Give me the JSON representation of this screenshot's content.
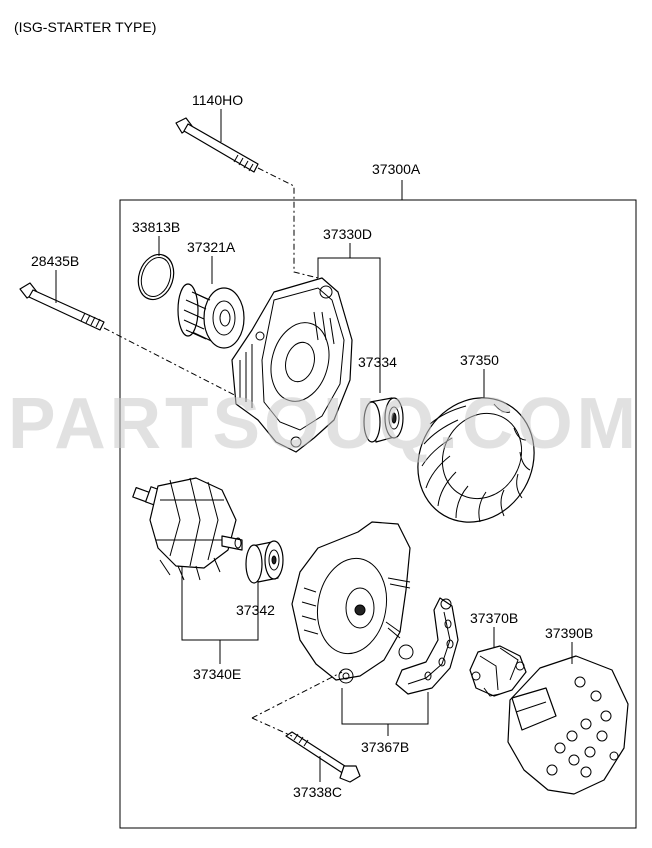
{
  "header": {
    "title": "(ISG-STARTER TYPE)"
  },
  "watermark": {
    "text": "PARTSOUQ.COM",
    "color": "#c9c9c9"
  },
  "assembly": {
    "code": "37300A"
  },
  "parts": {
    "bolt_top": "1140HO",
    "bolt_left": "28435B",
    "snap_ring": "33813B",
    "pulley": "37321A",
    "front_bracket": "37330D",
    "bearing_front": "37334",
    "stator": "37350",
    "bearing_rear": "37342",
    "rotor": "37340E",
    "rectifier": "37367B",
    "regulator": "37370B",
    "rear_cover": "37390B",
    "through_bolt": "37338C"
  }
}
